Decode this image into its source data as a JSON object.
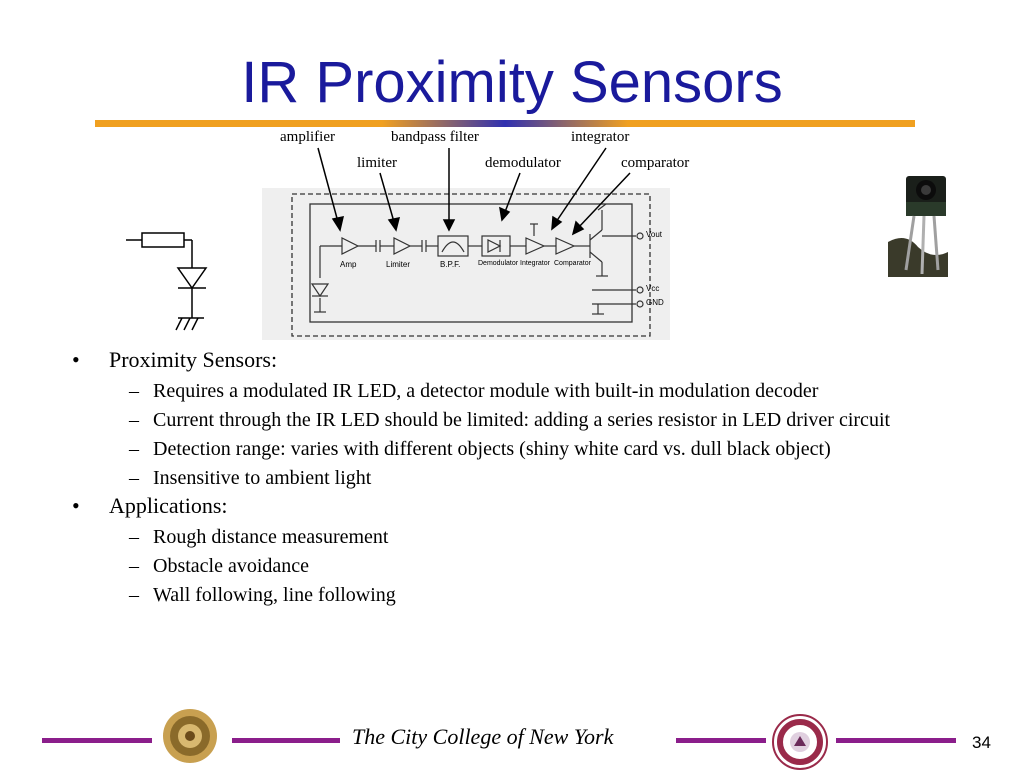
{
  "title": "IR Proximity Sensors",
  "diagram": {
    "callouts": {
      "amplifier": "amplifier",
      "bandpass_filter": "bandpass filter",
      "integrator": "integrator",
      "limiter": "limiter",
      "demodulator": "demodulator",
      "comparator": "comparator"
    },
    "blocks": {
      "amp": "Amp",
      "limiter": "Limiter",
      "bpf": "B.P.F.",
      "demodulator": "Demodulator",
      "integrator": "Integrator",
      "comparator": "Comparator"
    },
    "pins": {
      "vout": "Vout",
      "vcc": "Vcc",
      "gnd": "GND"
    }
  },
  "bullets": [
    {
      "text": "Proximity Sensors:",
      "sub": [
        "Requires a modulated IR LED, a detector module with built-in modulation decoder",
        "Current through the IR LED should be limited: adding a series resistor in LED driver circuit",
        "Detection range: varies with different objects (shiny white card vs. dull black object)",
        "Insensitive to ambient light"
      ]
    },
    {
      "text": "Applications:",
      "sub": [
        "Rough distance measurement",
        "Obstacle avoidance",
        "Wall following, line following"
      ]
    }
  ],
  "markers": {
    "bullet": "•",
    "dash": "–"
  },
  "footer": {
    "institution": "The City College of New York",
    "page": "34"
  },
  "colors": {
    "title": "#1a1a9c",
    "footer_line": "#8b1e8b",
    "title_bar_start": "#1a1aa8",
    "title_bar_end": "#f0a020"
  }
}
